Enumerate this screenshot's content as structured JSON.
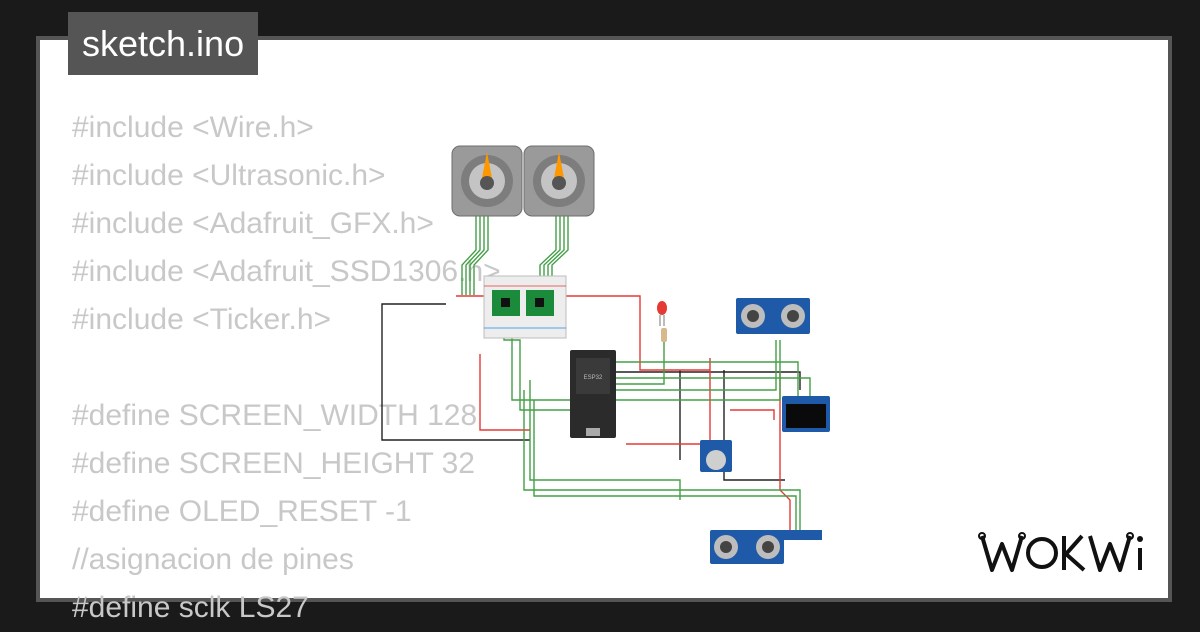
{
  "file_tab": {
    "title": "sketch.ino"
  },
  "code_lines": [
    "#include <Wire.h>",
    "#include <Ultrasonic.h>",
    "#include <Adafruit_GFX.h>",
    "#include <Adafruit_SSD1306.h>",
    "#include <Ticker.h>",
    "",
    "#define SCREEN_WIDTH 128",
    "#define SCREEN_HEIGHT 32",
    "#define OLED_RESET -1",
    "//asignacion de pines",
    "#define sclk LS27"
  ],
  "diagram": {
    "board_label": "ESP32",
    "components": [
      "stepper-motor",
      "stepper-motor",
      "a4988-driver",
      "a4988-driver",
      "breadboard",
      "esp32",
      "led",
      "resistor",
      "hc-sr04",
      "hc-sr04",
      "ssd1306-oled",
      "potentiometer"
    ],
    "colors": {
      "red_wire": "#e53935",
      "green_wire": "#43a047",
      "black_wire": "#222222",
      "module_blue": "#1e5aa8",
      "driver_green": "#1b8a3a",
      "led_red": "#e53935"
    }
  },
  "logo": {
    "text": "WOKWi"
  }
}
